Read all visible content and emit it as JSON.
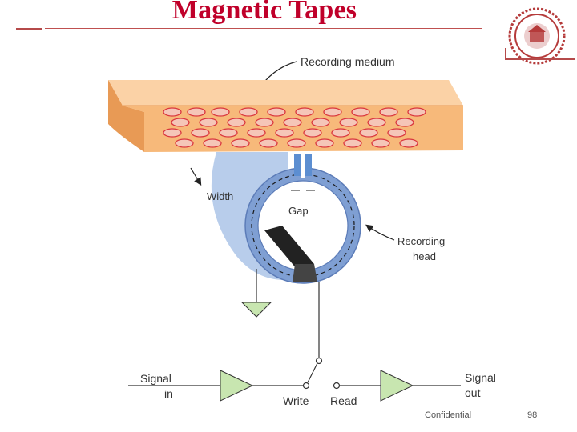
{
  "slide": {
    "title": "Magnetic Tapes",
    "footer_label": "Confidential",
    "page_number": "98"
  },
  "logo": {
    "icon": "university-seal-icon",
    "color": "#b53a3a"
  },
  "diagram": {
    "labels": {
      "recording_medium": "Recording medium",
      "width": "Width",
      "gap": "Gap",
      "recording_head_line1": "Recording",
      "recording_head_line2": "head",
      "signal_in_line1": "Signal",
      "signal_in_line2": "in",
      "signal_out_line1": "Signal",
      "signal_out_line2": "out",
      "write": "Write",
      "read": "Read"
    },
    "colors": {
      "tape": "#f7b97a",
      "tape_edge": "#e89a55",
      "particle": "#d9363e",
      "head_ring": "#7f9fd3",
      "head_shadow": "#a9c1e6",
      "amplifier": "#c8e6b0",
      "ground": "#c8e6b0",
      "title": "#c0002a"
    }
  }
}
